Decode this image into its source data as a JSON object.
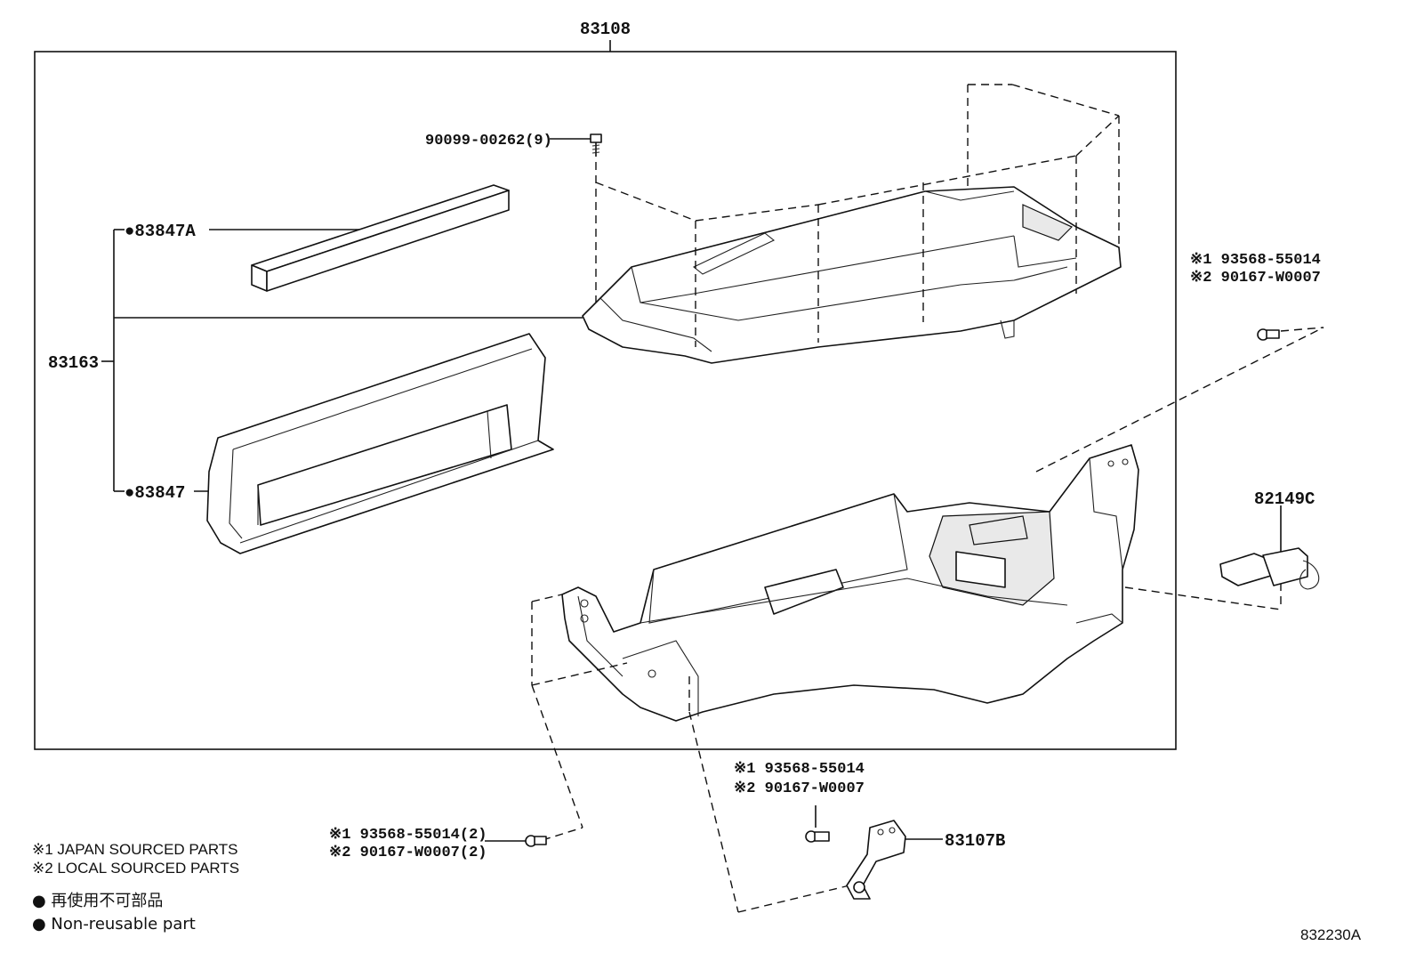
{
  "labels": {
    "assembly": "83108",
    "screw_top": "90099-00262(9)",
    "part_83847A": "●83847A",
    "part_83163": "83163",
    "part_83847": "●83847",
    "right_screw_1": "※1 93568-55014",
    "right_screw_2": "※2 90167-W0007",
    "part_82149C": "82149C",
    "bottom_screw_1": "※1 93568-55014",
    "bottom_screw_2": "※2 90167-W0007",
    "left_screw_1": "※1 93568-55014(2)",
    "left_screw_2": "※2 90167-W0007(2)",
    "part_83107B": "83107B"
  },
  "legend": {
    "note1": "※1 JAPAN SOURCED PARTS",
    "note2": "※2 LOCAL SOURCED PARTS",
    "non_reusable_jp": "● 再使用不可部品",
    "non_reusable_en": "● Non-reusable part"
  },
  "diagram_id": "832230A"
}
